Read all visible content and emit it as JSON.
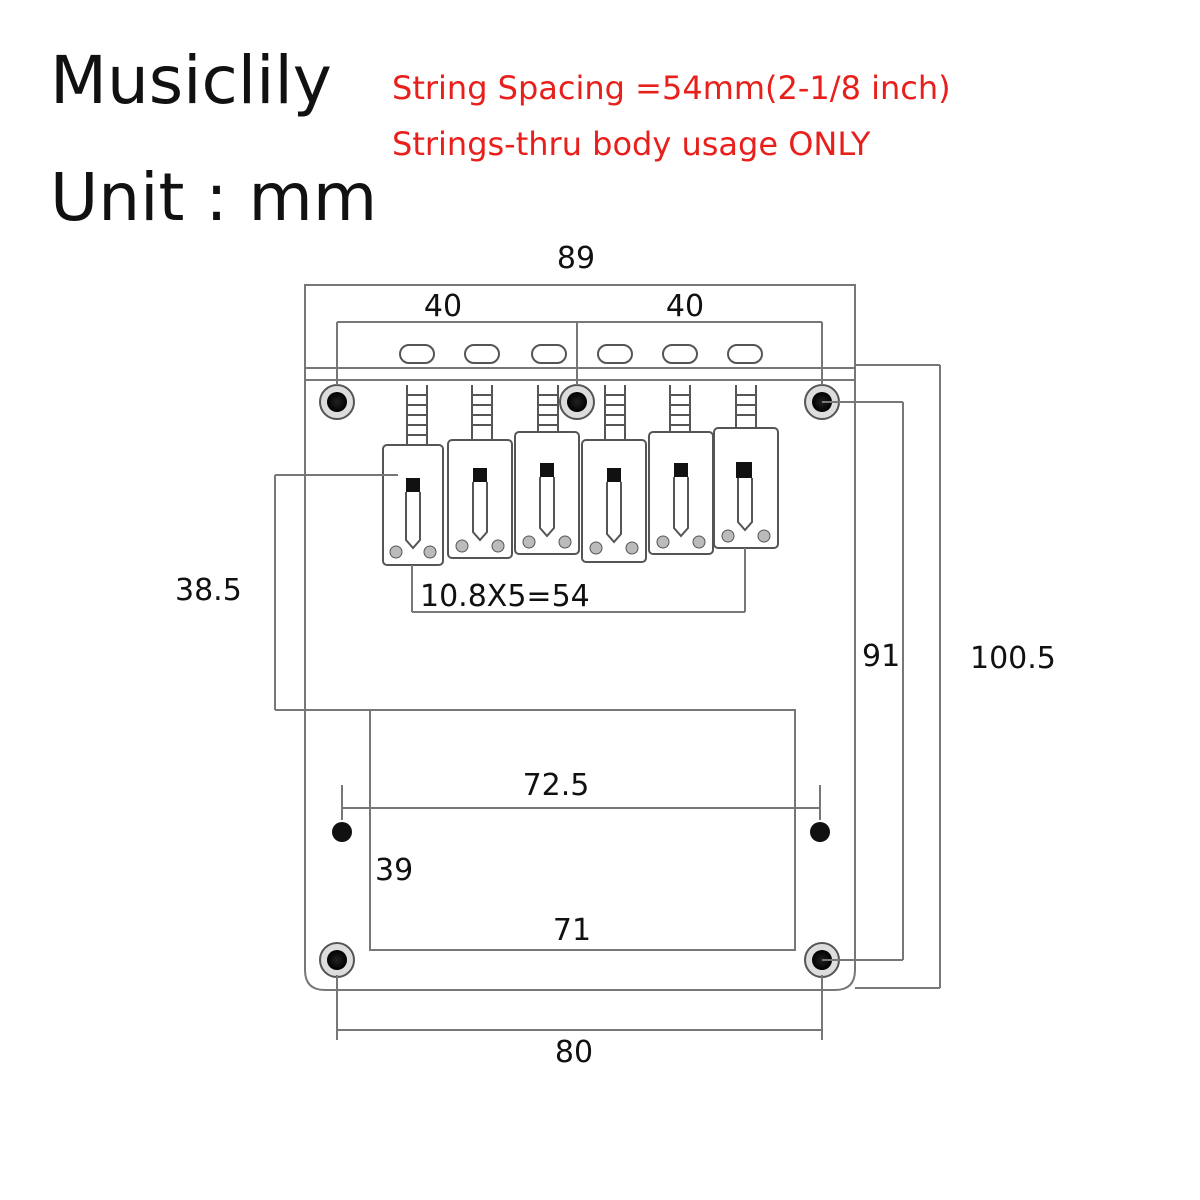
{
  "header": {
    "brand": "Musiclily",
    "unit_label": "Unit : mm",
    "spec_note_1": "String Spacing =54mm(2-1/8 inch)",
    "spec_note_2": "Strings-thru body usage ONLY",
    "note_color": "#e8201c"
  },
  "dimensions": {
    "overall_width": "89",
    "left_span": "40",
    "right_span": "40",
    "saddle_spacing": "10.8X5=54",
    "saddle_to_pickup": "38.5",
    "mount_holes_height": "91",
    "overall_height": "100.5",
    "pickup_screw_spacing": "72.5",
    "pickup_height": "39",
    "pickup_width": "71",
    "bottom_holes_spacing": "80"
  }
}
